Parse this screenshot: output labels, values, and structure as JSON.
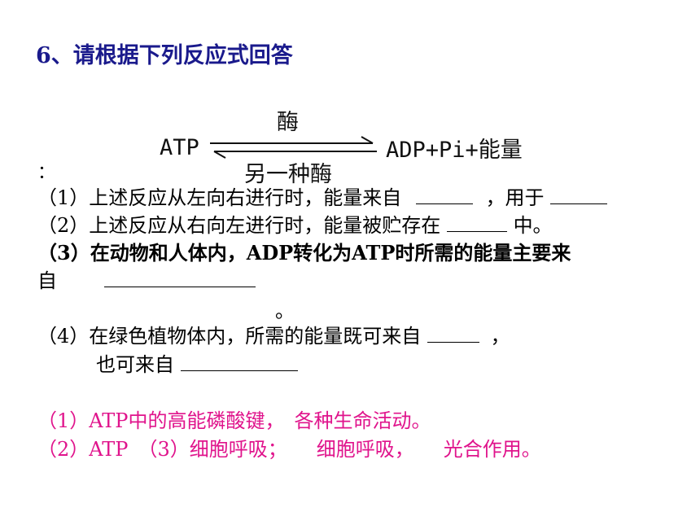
{
  "title": "6、请根据下列反应式回答",
  "equation": {
    "left": "ATP",
    "right": "ADP+Pi+能量",
    "enzyme_top": "酶",
    "enzyme_bottom": "另一种酶"
  },
  "colon": "：",
  "questions": {
    "q1_prefix": "（1）上述反应从左向右进行时，能量来自",
    "q1_mid": "，用于",
    "q2_prefix": "（2）上述反应从右向左进行时，能量被贮存在",
    "q2_suffix": "中。",
    "q3_line1": "（3）在动物和人体内，ADP转化为ATP时所需的能量主要来",
    "q3_line2": "自",
    "q3_end": "。",
    "q4_line1_prefix": "（4）在绿色植物体内，所需的能量既可来自",
    "q4_line1_suffix": "，",
    "q4_line2": "也可来自"
  },
  "answers": {
    "a1": "（1）ATP中的高能磷酸键，　各种生命活动。",
    "a2": "（2）ATP　（3）细胞呼吸；　　细胞呼吸，　　光合作用。"
  },
  "colors": {
    "title": "#1a1a8c",
    "answer": "#e0148c"
  }
}
